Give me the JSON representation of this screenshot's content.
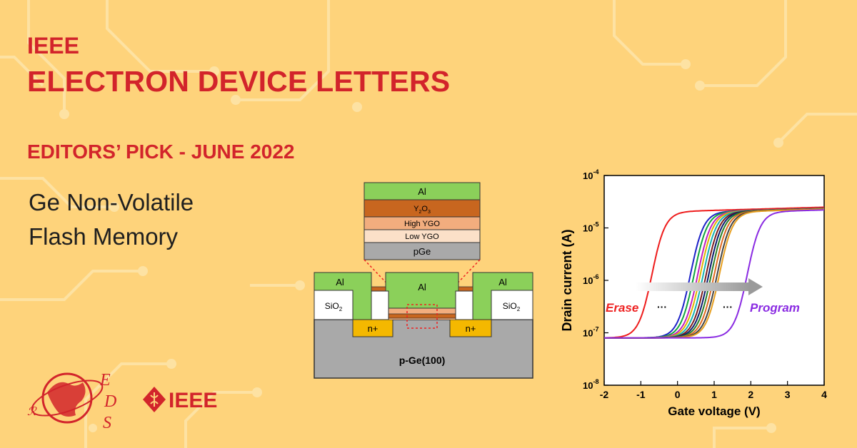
{
  "header": {
    "journal_top": "IEEE",
    "journal_name": "ELECTRON DEVICE LETTERS",
    "editors_pick": "EDITORS’ PICK - JUNE 2022"
  },
  "article": {
    "title_line1": "Ge Non-Volatile",
    "title_line2": "Flash Memory"
  },
  "device_diagram": {
    "stack_layers": [
      "Al",
      "High YGO",
      "Low YGO",
      "pGe"
    ],
    "oxide_main": "Y",
    "oxide_sub1": "2",
    "oxide_mid": "O",
    "oxide_sub2": "3",
    "left_contact": "Al",
    "center_gate": "Al",
    "right_contact": "Al",
    "sio2_main": "SiO",
    "sio2_sub": "2",
    "n_plus_left": "n+",
    "n_plus_right": "n+",
    "substrate": "p-Ge(100)"
  },
  "chart_data": {
    "type": "line",
    "xlabel": "Gate voltage (V)",
    "ylabel": "Drain current (A)",
    "xlim": [
      -2,
      4
    ],
    "ylim_log10": [
      -8,
      -4
    ],
    "y_scale": "log",
    "x_ticks": [
      "-2",
      "-1",
      "0",
      "1",
      "2",
      "3",
      "4"
    ],
    "y_ticks": [
      {
        "base": "10",
        "exp": "-8"
      },
      {
        "base": "10",
        "exp": "-7"
      },
      {
        "base": "10",
        "exp": "-6"
      },
      {
        "base": "10",
        "exp": "-5"
      },
      {
        "base": "10",
        "exp": "-4"
      }
    ],
    "annotations": {
      "erase": "Erase",
      "program": "Program",
      "dots_left": "···",
      "dots_right": "···"
    },
    "curve_model": {
      "i_off": 8e-08,
      "i_on": 2e-05,
      "slope_per_volt": 5.5
    },
    "series": [
      {
        "threshold_v": -0.7,
        "color": "#ee1c1c"
      },
      {
        "threshold_v": 0.35,
        "color": "#1e22c8"
      },
      {
        "threshold_v": 0.45,
        "color": "#12a53c"
      },
      {
        "threshold_v": 0.55,
        "color": "#c21fc0"
      },
      {
        "threshold_v": 0.62,
        "color": "#e0b400"
      },
      {
        "threshold_v": 0.7,
        "color": "#15b3b5"
      },
      {
        "threshold_v": 0.78,
        "color": "#7a1e1e"
      },
      {
        "threshold_v": 0.85,
        "color": "#0b1b6b"
      },
      {
        "threshold_v": 0.92,
        "color": "#2a7f2a"
      },
      {
        "threshold_v": 1.0,
        "color": "#e06b20"
      },
      {
        "threshold_v": 1.08,
        "color": "#444444"
      },
      {
        "threshold_v": 1.14,
        "color": "#e8a020"
      },
      {
        "threshold_v": 1.9,
        "color": "#8a2be2"
      }
    ]
  },
  "logos": {
    "eds_letters": [
      "E",
      "D",
      "S"
    ],
    "ieee_text": "IEEE"
  },
  "colors": {
    "background": "#fed37b",
    "accent_red": "#d2242b",
    "al_green": "#8bd05a",
    "y2o3_brown": "#c8661f",
    "high_ygo": "#f2ad7e",
    "low_ygo": "#fbe0c8",
    "ge_gray": "#a9a9a9",
    "n_plus": "#f4b800",
    "erase_red": "#ee2222",
    "program_purple": "#8a2be2"
  }
}
